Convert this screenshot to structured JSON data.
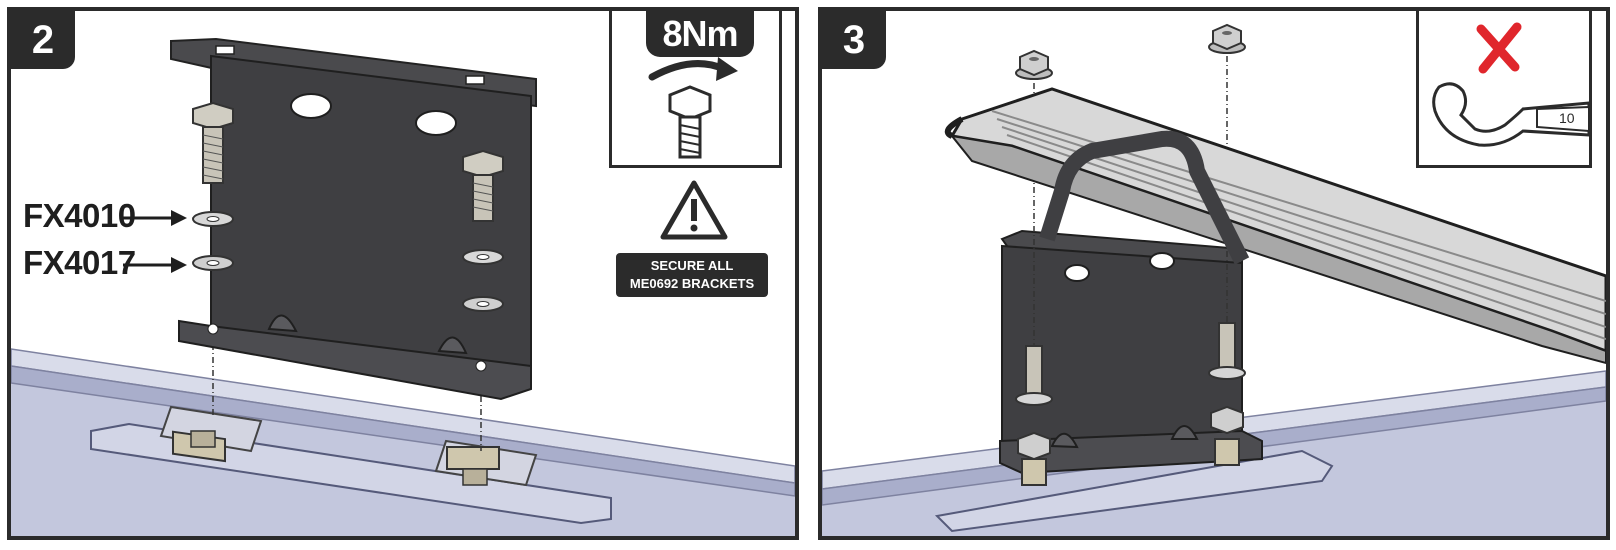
{
  "panels": [
    {
      "step": "2",
      "torque": "8Nm",
      "labels": [
        "FX4010",
        "FX4017"
      ],
      "warning": {
        "line1": "SECURE ALL",
        "line2": "ME0692 BRACKETS"
      },
      "icons": [
        "bolt-icon",
        "rotate-arrow-icon",
        "warning-triangle-icon"
      ]
    },
    {
      "step": "3",
      "wrench_size": "10",
      "icons": [
        "wrench-icon",
        "red-x-icon"
      ]
    }
  ],
  "colors": {
    "dark": "#2b2b2b",
    "bracket": "#3f3f42",
    "rail": "#b8bdd6",
    "metal": "#c9c9c4",
    "red": "#e0262c"
  }
}
